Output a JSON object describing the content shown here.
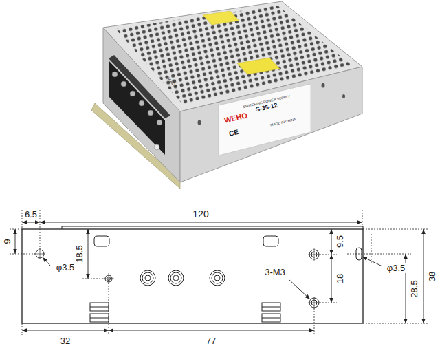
{
  "diagram": {
    "labels": [
      "WEHO",
      "SWITCHING POWER SUPPLY",
      "S-35-12",
      "CE",
      "MADE IN CHINA",
      "V ADJ",
      "6.5",
      "120",
      "9",
      "18.5",
      "φ3.5",
      "9.5",
      "18",
      "3-M3",
      "φ3.5",
      "28.5",
      "38",
      "32",
      "77"
    ]
  }
}
